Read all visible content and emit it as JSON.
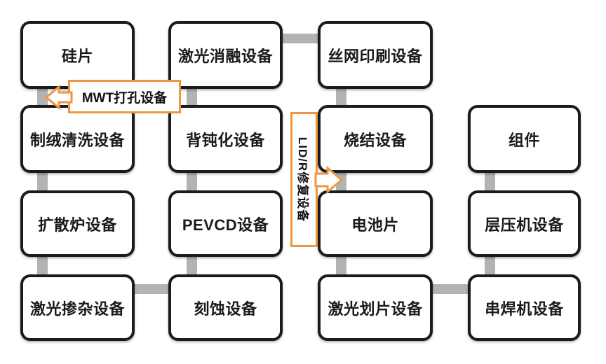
{
  "diagram": {
    "type": "flowchart",
    "subject": "solar-cell-and-module-equipment-process-flow",
    "colors": {
      "accent_orange": "#ED9641",
      "connector_gray": "#B3B3B3",
      "node_border": "#1B1B1B",
      "background": "#FFFFFF",
      "text": "#1A1A1A"
    },
    "nodes": [
      {
        "id": "silicon-wafer",
        "label": "硅片"
      },
      {
        "id": "laser-ablation",
        "label": "激光消融设备"
      },
      {
        "id": "screen-printing",
        "label": "丝网印刷设备"
      },
      {
        "id": "texturing-cleaning",
        "label": "制绒清洗设备"
      },
      {
        "id": "back-passivation",
        "label": "背钝化设备"
      },
      {
        "id": "sintering",
        "label": "烧结设备"
      },
      {
        "id": "module",
        "label": "组件"
      },
      {
        "id": "diffusion-furnace",
        "label": "扩散炉设备"
      },
      {
        "id": "pevcd",
        "label": "PEVCD设备"
      },
      {
        "id": "solar-cell",
        "label": "电池片"
      },
      {
        "id": "laminator",
        "label": "层压机设备"
      },
      {
        "id": "laser-doping",
        "label": "激光掺杂设备"
      },
      {
        "id": "etching",
        "label": "刻蚀设备"
      },
      {
        "id": "laser-scribing",
        "label": "激光划片设备"
      },
      {
        "id": "stringer",
        "label": "串焊机设备"
      }
    ],
    "callouts": [
      {
        "id": "mwt",
        "label": "MWT打孔设备",
        "arrow_direction": "left"
      },
      {
        "id": "lid-r",
        "label": "LID/R修复设备",
        "arrow_direction": "right"
      }
    ],
    "connections": [
      "硅片-制绒清洗设备",
      "制绒清洗设备-扩散炉设备",
      "扩散炉设备-激光掺杂设备",
      "激光掺杂设备-刻蚀设备",
      "刻蚀设备-PEVCD设备",
      "PEVCD设备-背钝化设备",
      "背钝化设备-激光消融设备",
      "激光消融设备-丝网印刷设备",
      "丝网印刷设备-烧结设备",
      "烧结设备-电池片",
      "电池片-激光划片设备",
      "激光划片设备-串焊机设备",
      "串焊机设备-层压机设备",
      "层压机设备-组件"
    ]
  }
}
